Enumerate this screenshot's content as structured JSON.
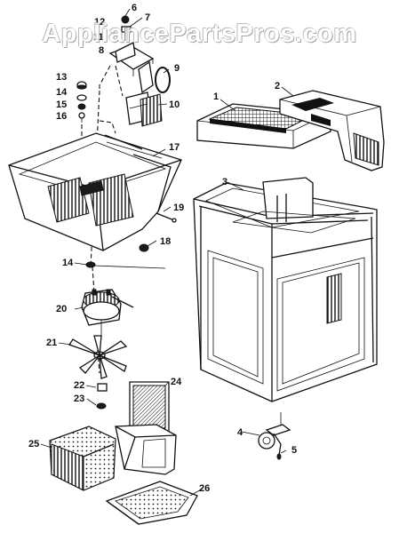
{
  "watermark": "AppliancePartsPros.com",
  "part_labels": [
    "1",
    "2",
    "3",
    "4",
    "5",
    "6",
    "7",
    "8",
    "9",
    "10",
    "11",
    "12",
    "13",
    "14",
    "15",
    "16",
    "17",
    "18",
    "19",
    "20",
    "21",
    "22",
    "23",
    "24",
    "25",
    "14",
    "26"
  ],
  "colors": {
    "ink": "#111111",
    "paper": "#ffffff",
    "watermark": "#9a9a9a"
  }
}
